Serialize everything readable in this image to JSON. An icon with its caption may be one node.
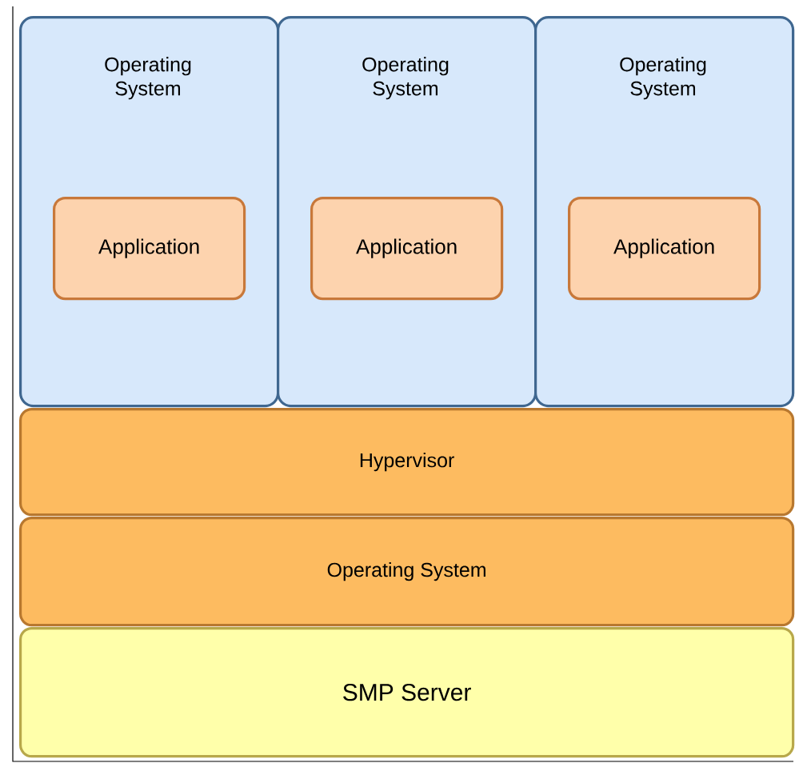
{
  "diagram": {
    "nodes": [
      {
        "text": [
          "Operating System"
        ]
      },
      {
        "text": [
          "Application"
        ],
        "in": 0
      },
      {
        "text": [
          "Operating System"
        ]
      },
      {
        "text": [
          "Application"
        ],
        "in": 2
      },
      {
        "text": [
          "Operating System"
        ]
      },
      {
        "text": [
          "Application"
        ],
        "in": 4
      },
      {
        "text": [
          "Hypervisor"
        ]
      },
      {
        "text": [
          "Operating System"
        ]
      },
      {
        "text": [
          "SMP Server"
        ]
      }
    ],
    "edges": []
  }
}
